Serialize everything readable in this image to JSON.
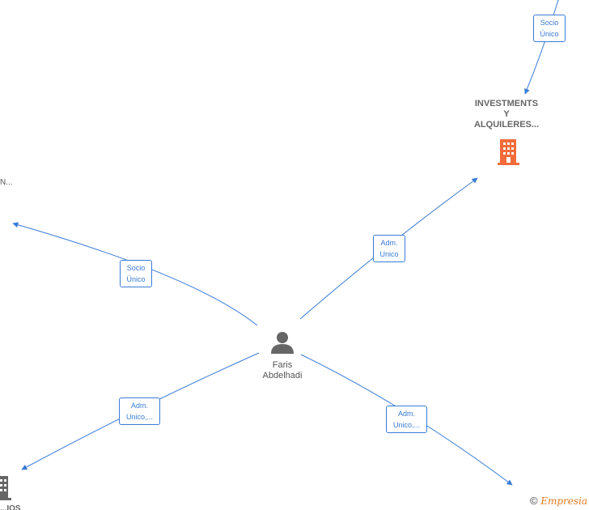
{
  "person": {
    "name_line1": "Faris",
    "name_line2": "Abdelhadi"
  },
  "companies": {
    "top_right": {
      "line1": "INVESTMENTS",
      "line2": "Y",
      "line3": "ALQUILERES..."
    },
    "left_cut": {
      "text": "N..."
    },
    "bottom_left_cut": {
      "text": "...IOS"
    }
  },
  "edge_labels": {
    "top_socio": {
      "line1": "Socio",
      "line2": "Único"
    },
    "left_socio": {
      "line1": "Socio",
      "line2": "Único"
    },
    "adm_unico": {
      "line1": "Adm.",
      "line2": "Unico"
    },
    "adm_unico_bl": {
      "line1": "Adm.",
      "line2": "Unico,..."
    },
    "adm_unico_br": {
      "line1": "Adm.",
      "line2": "Unico,..."
    }
  },
  "footer": {
    "copyright": "©",
    "brand": "Empresia"
  },
  "colors": {
    "edge": "#3a7bd5",
    "company_icon_active": "#f26b3a",
    "company_icon_inactive": "#666666",
    "person_icon": "#666666"
  }
}
